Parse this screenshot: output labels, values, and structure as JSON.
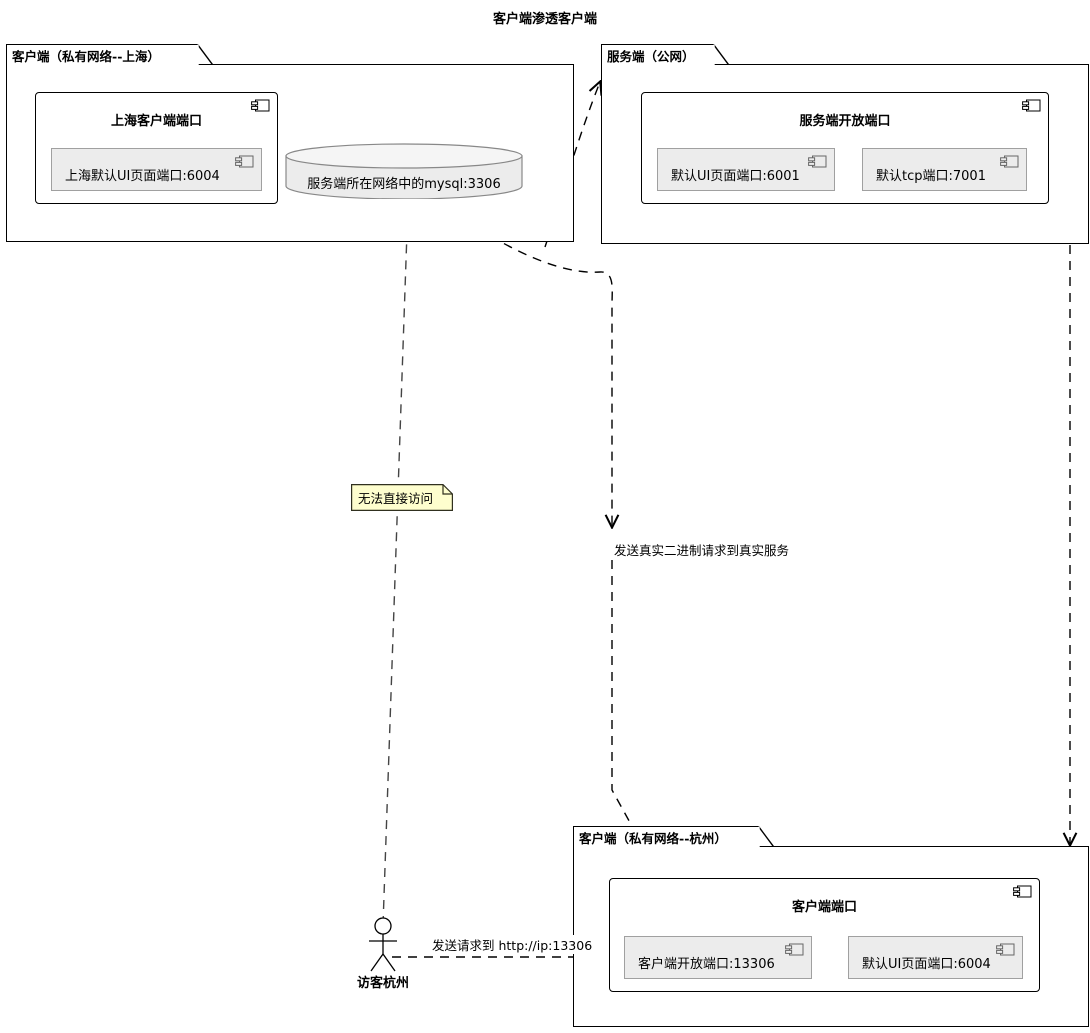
{
  "title": "客户端渗透客户端",
  "packages": [
    {
      "id": "client-shanghai",
      "name": "客户端（私有网络--上海）",
      "node": {
        "title": "上海客户端端口",
        "components": [
          {
            "label": "上海默认UI页面端口:6004",
            "icon": "component-icon"
          }
        ]
      }
    },
    {
      "id": "server-public",
      "name": "服务端（公网）",
      "node": {
        "title": "服务端开放端口",
        "components": [
          {
            "label": "默认UI页面端口:6001",
            "icon": "component-icon"
          },
          {
            "label": "默认tcp端口:7001",
            "icon": "component-icon"
          }
        ]
      }
    },
    {
      "id": "client-hangzhou",
      "name": "客户端（私有网络--杭州）",
      "node": {
        "title": "客户端端口",
        "components": [
          {
            "label": "客户端开放端口:13306",
            "icon": "component-icon"
          },
          {
            "label": "默认UI页面端口:6004",
            "icon": "component-icon"
          }
        ]
      }
    }
  ],
  "database": {
    "label": "服务端所在网络中的mysql:3306",
    "icon": "database-cylinder-icon"
  },
  "note": {
    "text": "无法直接访问",
    "fill": "#FEFECE",
    "border": "#30301F"
  },
  "actor": {
    "label": "访客杭州",
    "icon": "actor-stickman-icon"
  },
  "edges": [
    {
      "id": "visitor-to-hangzhou",
      "label": "发送请求到 http://ip:13306"
    },
    {
      "id": "server-to-hangzhou",
      "label": "发送真实二进制请求到真实服务"
    }
  ],
  "colors": {
    "background": "#FFFFFF",
    "stroke": "#000000",
    "component_fill": "#ECECEC",
    "component_border": "#A0A0A0",
    "database_fill": "#ECECEC",
    "note_fill": "#FEFECE"
  }
}
